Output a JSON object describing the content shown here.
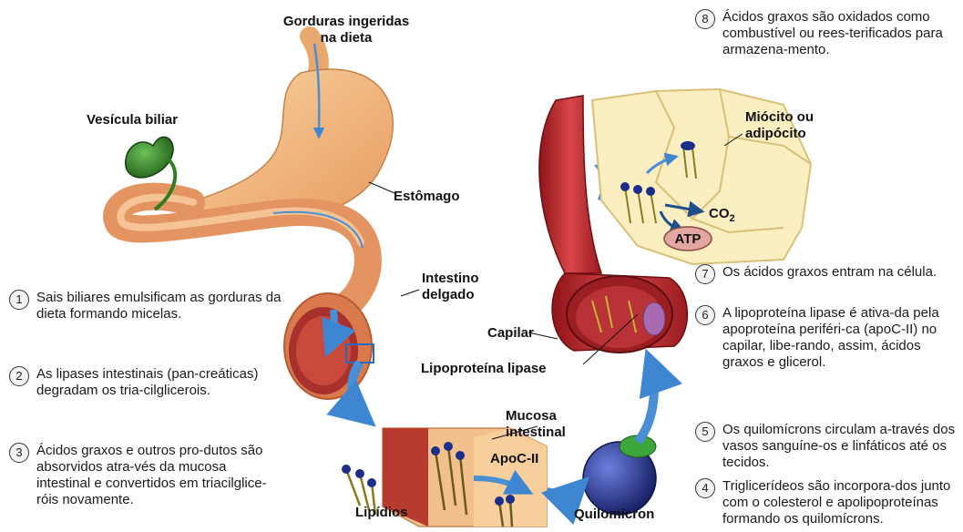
{
  "labels": {
    "gorduras": "Gorduras ingeridas\nna dieta",
    "vesicula": "Vesícula biliar",
    "estomago": "Estômago",
    "intestino": "Intestino\ndelgado",
    "miocito": "Miócito ou\nadipócito",
    "co2": "CO",
    "co2_sub": "2",
    "atp": "ATP",
    "capilar": "Capilar",
    "lipoproteina": "Lipoproteína lipase",
    "mucosa": "Mucosa\nintestinal",
    "apoc": "ApoC-II",
    "quilomicron": "Quilomícron",
    "lipidios": "Lipídios"
  },
  "steps": [
    {
      "n": "1",
      "text": "Sais biliares emulsificam as gorduras da dieta formando micelas."
    },
    {
      "n": "2",
      "text": "As lipases intestinais (pan-creáticas) degradam os tria-cilglicerois."
    },
    {
      "n": "3",
      "text": "Ácidos graxos e outros pro-dutos são absorvidos atra-vés da mucosa intestinal e convertidos em triacilglice-róis novamente."
    },
    {
      "n": "4",
      "text": "Triglicerídeos são incorpora-dos junto com o colesterol e apolipoproteínas formando os quilomícrons."
    },
    {
      "n": "5",
      "text": "Os quilomícrons circulam a-través dos vasos sanguíne-os e linfáticos até os tecidos."
    },
    {
      "n": "6",
      "text": "A lipoproteína lipase é ativa-da pela apoproteína periféri-ca (apoC-II) no capilar, libe-rando, assim, ácidos graxos e glicerol."
    },
    {
      "n": "7",
      "text": "Os ácidos graxos entram na célula."
    },
    {
      "n": "8",
      "text": "Ácidos graxos são oxidados como combustível ou rees-terificados para armazena-mento."
    }
  ],
  "colors": {
    "stomach": "#f2b57a",
    "gallbladder": "#2f7d22",
    "capillary": "#b5262a",
    "cell": "#fbeec0",
    "chylomicron": "#27358f",
    "arrow": "#4a8fd6"
  }
}
